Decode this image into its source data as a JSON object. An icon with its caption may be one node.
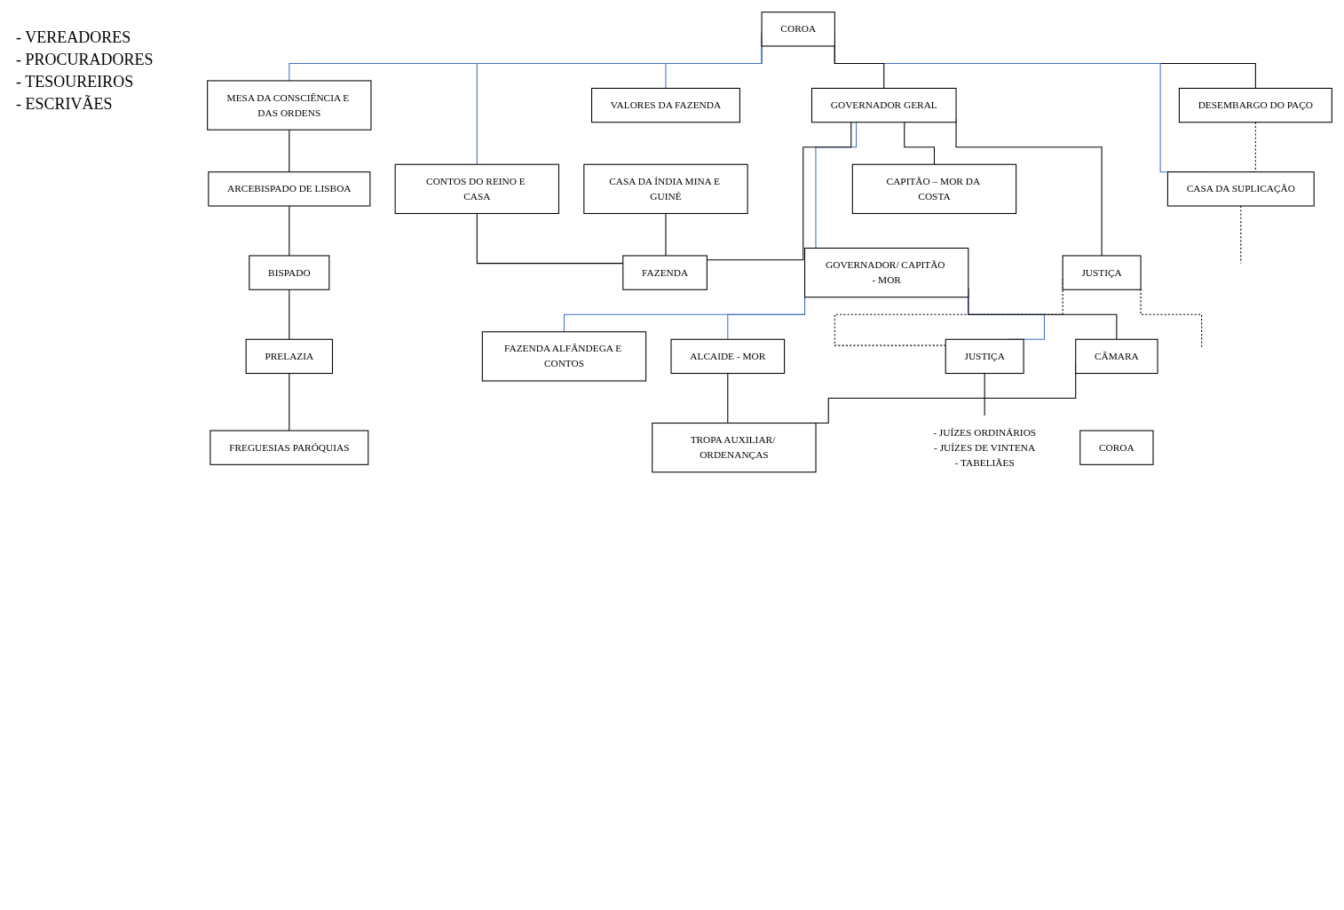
{
  "diagram": {
    "nodes": [
      {
        "text": [
          "COROA"
        ]
      },
      {
        "text": [
          "DESEMBARGO DO PAÇO"
        ]
      },
      {
        "text": [
          "MESA DA CONSCIÊNCIA E DAS ORDENS"
        ]
      },
      {
        "text": [
          "CONTOS DO REINO E CASA"
        ]
      },
      {
        "text": [
          "VALORES DA FAZENDA"
        ]
      },
      {
        "text": [
          "CASA DA SUPLICAÇÃO"
        ]
      },
      {
        "text": [
          "CASA DA ÍNDIA MINA E GUINÉ"
        ]
      },
      {
        "text": [
          "ARCEBISPADO DE LISBOA"
        ]
      },
      {
        "text": [
          "GOVERNADOR GERAL"
        ]
      },
      {
        "text": [
          "BISPADO"
        ]
      },
      {
        "text": [
          "CAPITÃO – MOR DA COSTA"
        ]
      },
      {
        "text": [
          "PRELAZIA"
        ]
      },
      {
        "text": [
          "FAZENDA"
        ]
      },
      {
        "text": [
          "GOVERNADOR/ CAPITÃO - MOR"
        ]
      },
      {
        "text": [
          "JUSTIÇA"
        ]
      },
      {
        "text": [
          "FREGUESIAS PARÓQUIAS"
        ]
      },
      {
        "text": [
          "FAZENDA ALFÂNDEGA E CONTOS"
        ]
      },
      {
        "text": [
          "ALCAIDE - MOR"
        ]
      },
      {
        "text": [
          "JUSTIÇA"
        ]
      },
      {
        "text": [
          "CÂMARA"
        ]
      },
      {
        "text": [
          "COROA"
        ]
      },
      {
        "text": [
          "TROPA AUXILIAR/ ORDENANÇAS"
        ]
      },
      {
        "text": [
          "- JUÍZES ORDINÁRIOS",
          "- JUÍZES DE VINTENA",
          "- TABELIÃES"
        ]
      }
    ],
    "edges": [
      {
        "from": 0,
        "to": 1,
        "arrow": "none"
      },
      {
        "from": 0,
        "to": 2,
        "arrow": "none",
        "color": "#4472c4"
      },
      {
        "from": 0,
        "to": 3,
        "arrow": "none",
        "color": "#4472c4"
      },
      {
        "from": 0,
        "to": 4,
        "arrow": "none",
        "color": "#4472c4"
      },
      {
        "from": 0,
        "to": 5,
        "arrow": "none",
        "color": "#4472c4"
      },
      {
        "from": 1,
        "to": 5,
        "arrow": "none",
        "style": "dashed"
      },
      {
        "from": 5,
        "to": null,
        "arrow": "none",
        "style": "dashed"
      },
      {
        "from": 0,
        "to": 8,
        "arrow": "none"
      },
      {
        "from": 2,
        "to": 7,
        "arrow": "none"
      },
      {
        "from": 7,
        "to": 9,
        "arrow": "none"
      },
      {
        "from": 9,
        "to": 11,
        "arrow": "none"
      },
      {
        "from": 11,
        "to": 15,
        "arrow": "none"
      },
      {
        "from": 3,
        "to": 12,
        "arrow": "none"
      },
      {
        "from": 6,
        "to": 12,
        "arrow": "none"
      },
      {
        "from": 8,
        "to": 10,
        "arrow": "none"
      },
      {
        "from": 8,
        "to": 13,
        "arrow": "none",
        "color": "#4472c4"
      },
      {
        "from": 8,
        "to": 12,
        "arrow": "none"
      },
      {
        "from": 8,
        "to": 14,
        "arrow": "none"
      },
      {
        "from": 14,
        "to": null,
        "arrow": "none",
        "style": "dashed"
      },
      {
        "from": 14,
        "to": 18,
        "arrow": "none",
        "style": "dashed"
      },
      {
        "from": 13,
        "to": 16,
        "arrow": "none",
        "color": "#4472c4"
      },
      {
        "from": 13,
        "to": 17,
        "arrow": "none",
        "color": "#4472c4"
      },
      {
        "from": 13,
        "to": 18,
        "arrow": "none",
        "color": "#4472c4"
      },
      {
        "from": 13,
        "to": 19,
        "arrow": "none"
      },
      {
        "from": 17,
        "to": 21,
        "arrow": "none"
      },
      {
        "from": 19,
        "to": 21,
        "arrow": "none"
      },
      {
        "from": 18,
        "to": 22,
        "arrow": "none"
      }
    ],
    "labels": [
      "- VEREADORES",
      "- PROCURADORES",
      "- TESOUREIROS",
      "- ESCRIVÃES"
    ]
  }
}
